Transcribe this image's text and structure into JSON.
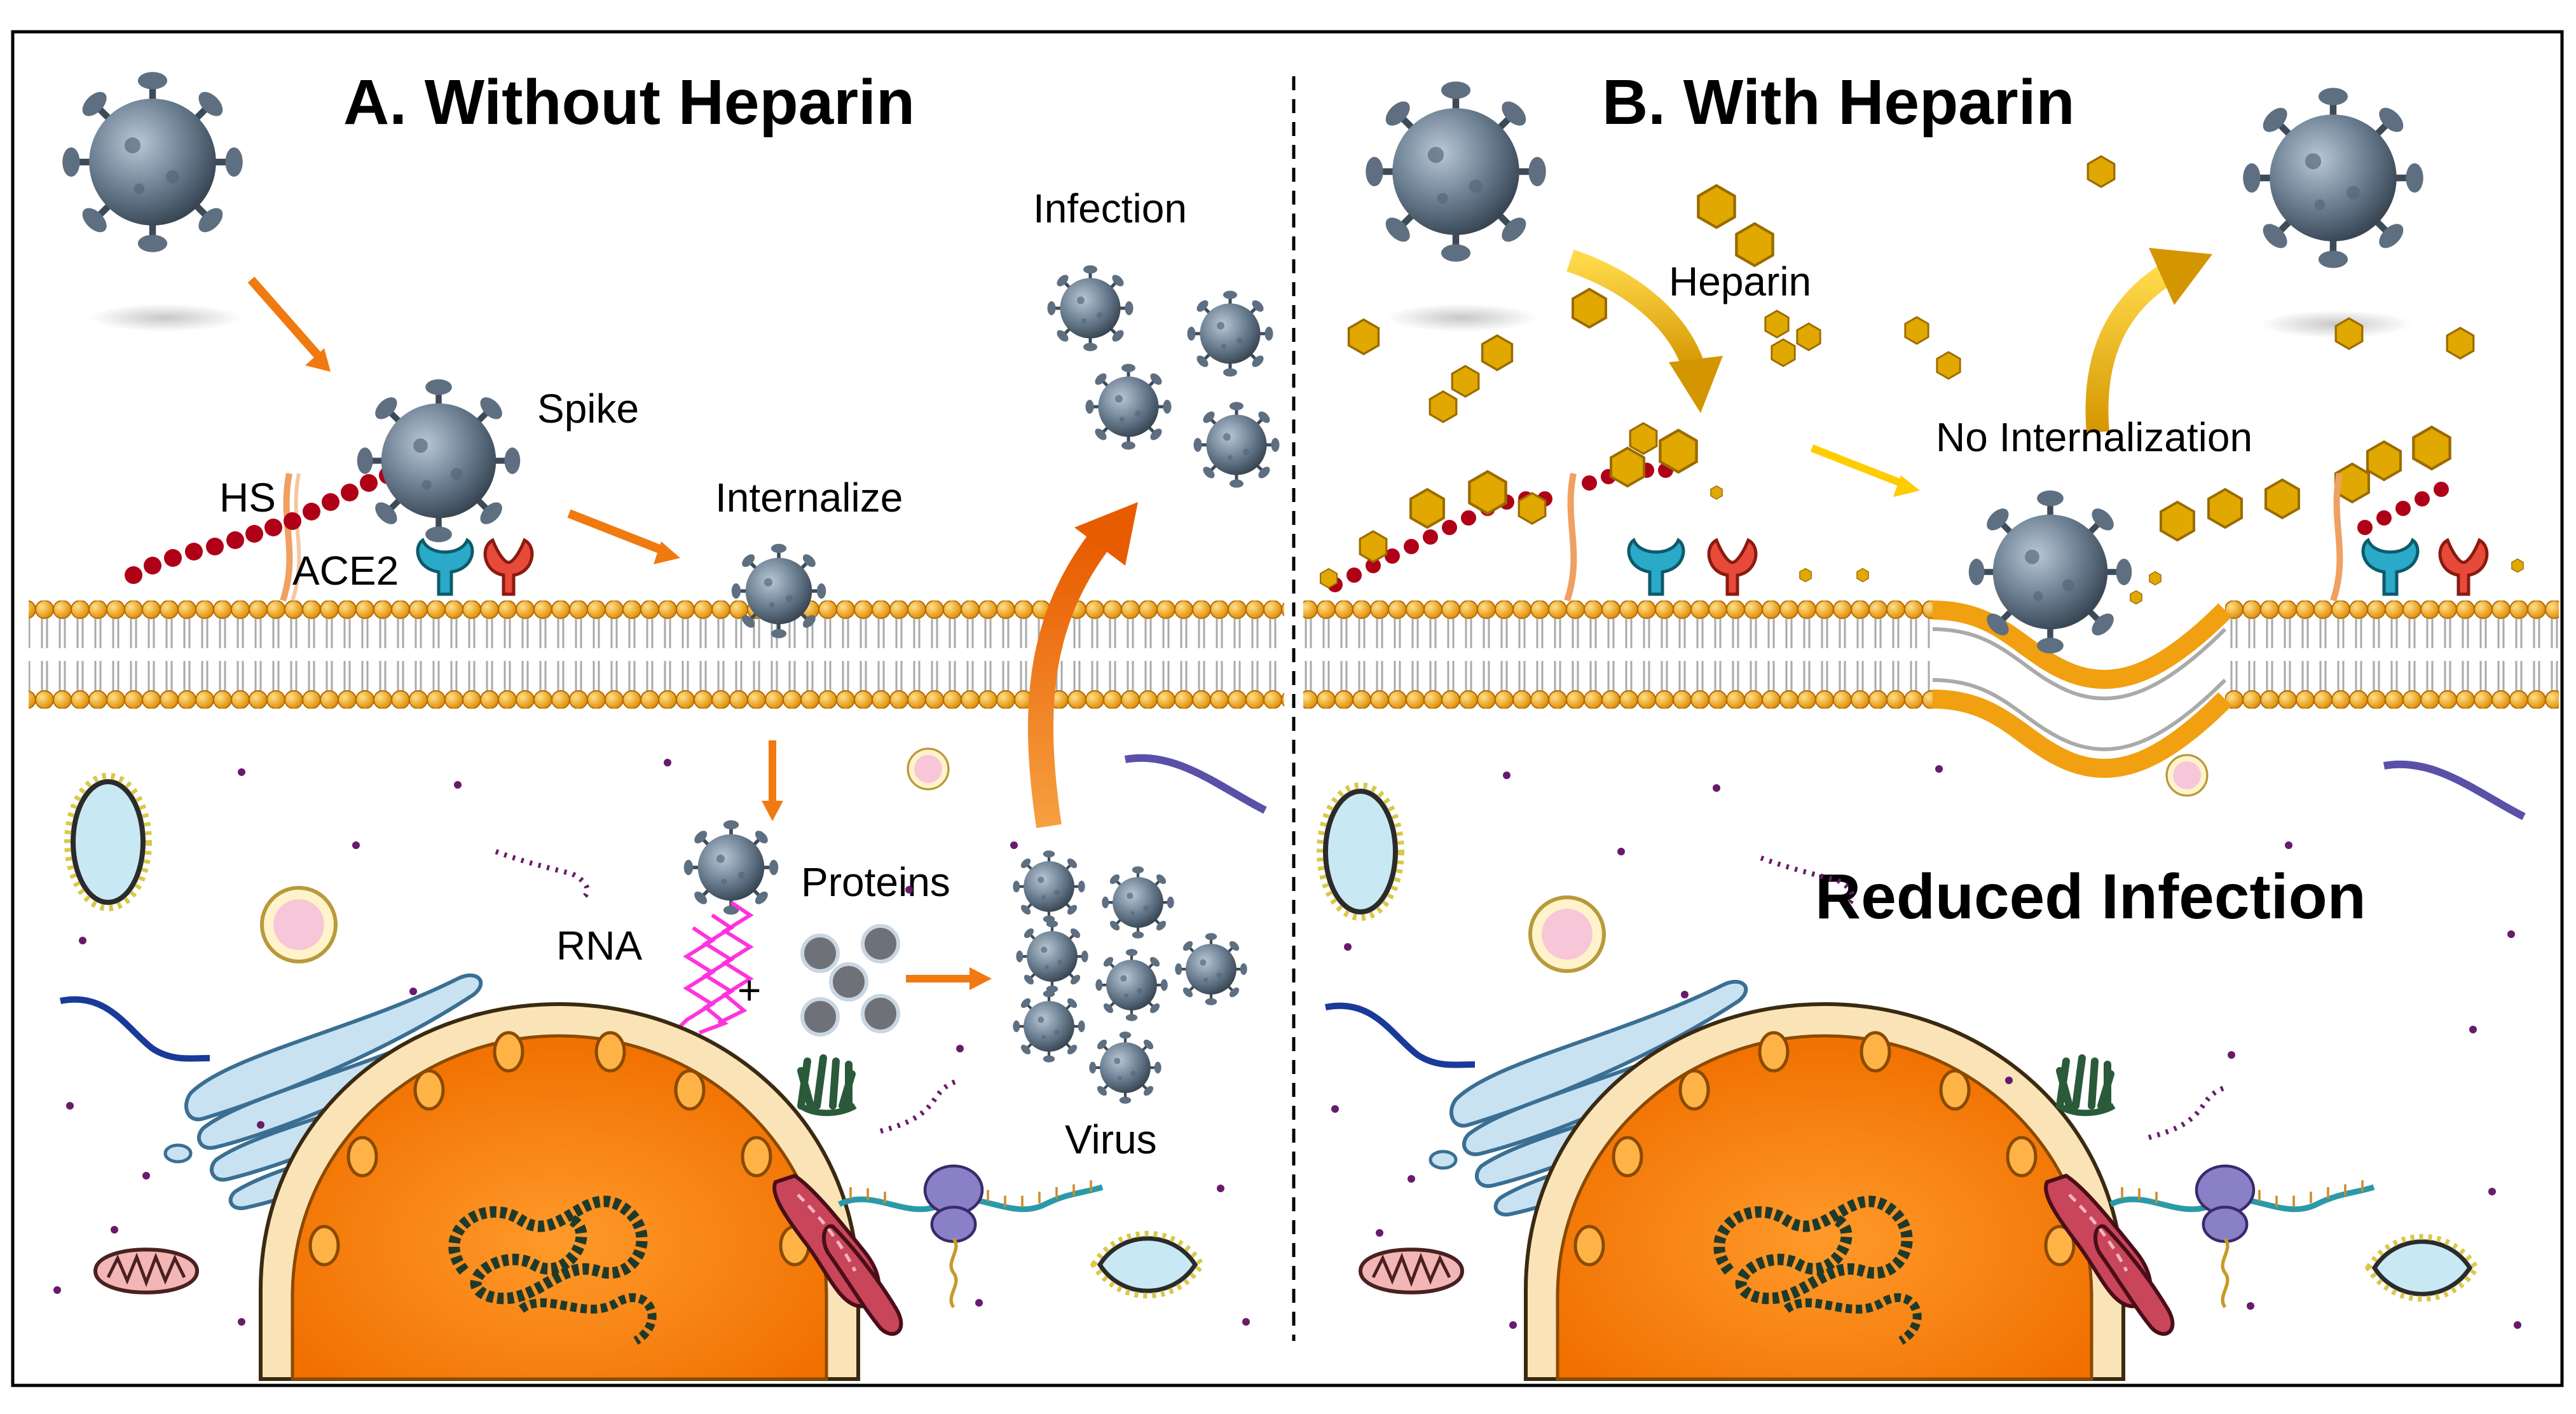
{
  "panel_a": {
    "title": "A. Without Heparin",
    "labels": {
      "spike": "Spike",
      "hs": "HS",
      "ace2": "ACE2",
      "internalize": "Internalize",
      "infection": "Infection",
      "rna": "RNA",
      "plus": "+",
      "proteins": "Proteins",
      "virus": "Virus"
    }
  },
  "panel_b": {
    "title": "B. With Heparin",
    "labels": {
      "heparin": "Heparin",
      "no_internalization": "No Internalization",
      "reduced_infection": "Reduced Infection"
    }
  },
  "colors": {
    "membrane_head": "#f0a010",
    "virus_body": "#6b7f92",
    "heparin": "#e0a800",
    "hs_chain": "#b00018",
    "arrow": "#f07a10",
    "ace2": "#2aa9c8",
    "receptor_red": "#e84a3a",
    "cytoplasm_dot": "#6a1a6a"
  }
}
